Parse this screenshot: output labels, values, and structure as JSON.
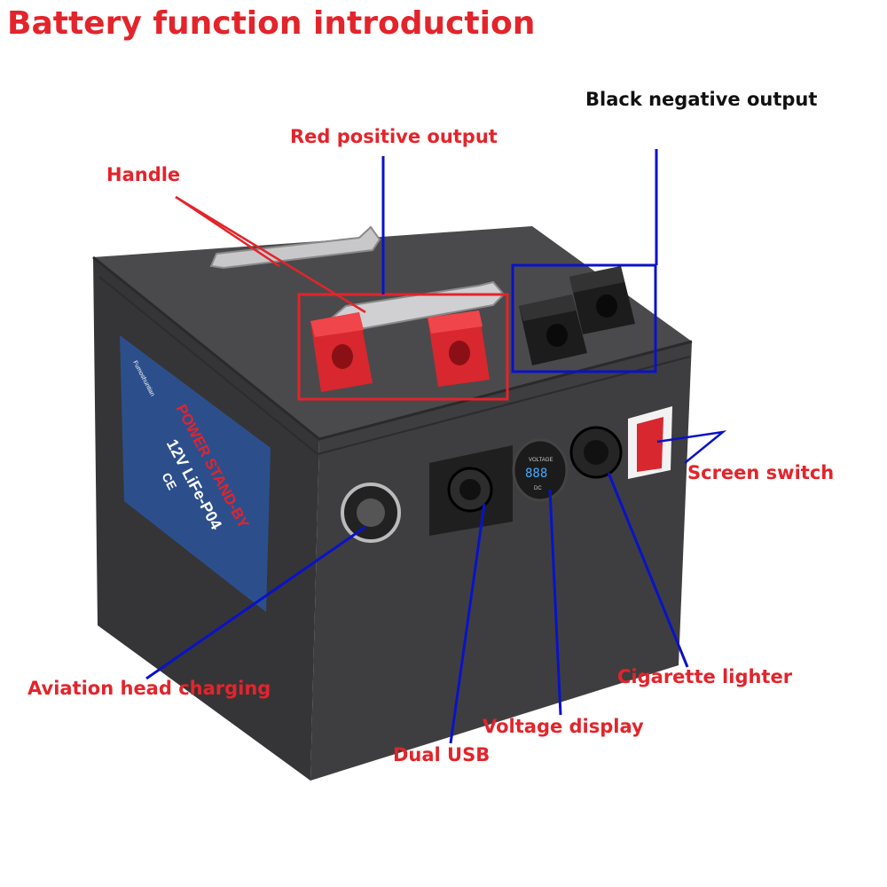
{
  "title": "Battery function introduction",
  "colors": {
    "title": "#e3242b",
    "label_red": "#e3242b",
    "label_black": "#111111",
    "leader_blue": "#0a12c8",
    "leader_red": "#e3242b",
    "battery_body": "#3b3b3d",
    "battery_top": "#4a4a4c",
    "sticker": "#2c4f8c",
    "terminal_red": "#d8272e",
    "terminal_black": "#1a1a1a"
  },
  "labels": {
    "handle": "Handle",
    "red_positive": "Red positive output",
    "black_negative": "Black negative output",
    "screen_switch": "Screen switch",
    "aviation_head": "Aviation head charging",
    "cigarette_lighter": "Cigarette lighter",
    "voltage_display": "Voltage display",
    "dual_usb": "Dual USB"
  },
  "sticker": {
    "brand": "Fumoshuntian",
    "headline": "POWER STAND-BY",
    "spec": "12V LiFe-P04",
    "marks": "CE"
  },
  "voltmeter": {
    "top_text": "VOLTAGE",
    "digits": "888",
    "bottom_text": "DC"
  }
}
